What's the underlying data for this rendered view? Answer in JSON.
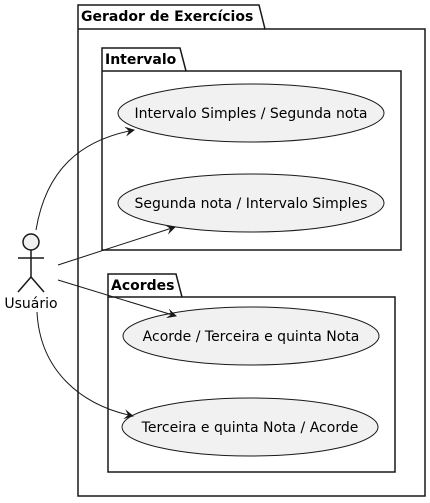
{
  "diagram": {
    "system": {
      "title": "Gerador de Exercícios"
    },
    "actor": {
      "name": "Usuário"
    },
    "packages": [
      {
        "title": "Intervalo",
        "use_cases": [
          "Intervalo Simples / Segunda nota",
          "Segunda nota / Intervalo Simples"
        ]
      },
      {
        "title": "Acordes",
        "use_cases": [
          "Acorde / Terceira e quinta Nota",
          "Terceira e quinta Nota / Acorde"
        ]
      }
    ],
    "colors": {
      "line": "#181818",
      "use_case_fill": "#f1f1f1",
      "actor_fill": "#f1f1f1",
      "background": "#ffffff"
    }
  }
}
